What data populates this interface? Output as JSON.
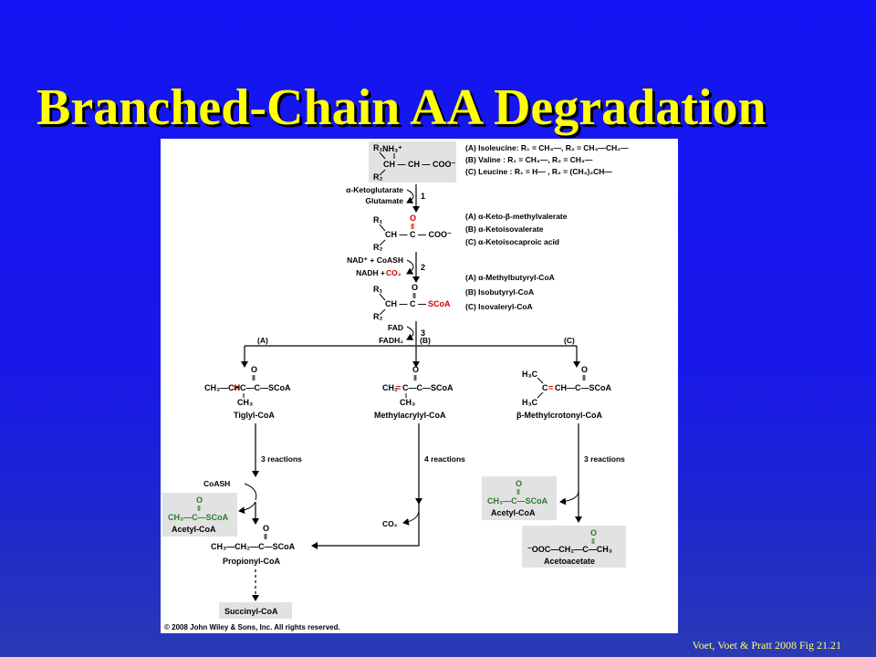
{
  "slide": {
    "title": "Branched-Chain AA Degradation",
    "credit": "Voet, Voet & Pratt 2008 Fig 21.21"
  },
  "figure": {
    "copyright": "© 2008 John Wiley & Sons, Inc. All rights reserved.",
    "colors": {
      "box": "#e2e2e2",
      "red": "#cc0000",
      "green": "#2a7a2a",
      "line": "#000000"
    },
    "start_molecule": {
      "nh3": "NH₃⁺",
      "r1": "R₁",
      "r2": "R₂",
      "chain": "CH — CH — COO⁻"
    },
    "amino_acids": [
      "(A) Isoleucine: R₁ = CH₃—, R₂ = CH₃—CH₂—",
      "(B) Valine      : R₁ = CH₃—, R₂ = CH₃—",
      "(C) Leucine    : R₁ = H—      , R₂ = (CH₃)₂CH—"
    ],
    "step1": {
      "number": "1",
      "in": "α-Ketoglutarate",
      "out": "Glutamate"
    },
    "keto_acid": {
      "o": "O",
      "dbl": "‖",
      "r1": "R₁",
      "r2": "R₂",
      "chain": "CH — C — COO⁻"
    },
    "keto_acids": [
      "(A) α-Keto-β-methylvalerate",
      "(B) α-Ketoisovalerate",
      "(C) α-Ketoisocaproic acid"
    ],
    "step2": {
      "number": "2",
      "in": "NAD⁺ + CoASH",
      "out_nadh": "NADH + ",
      "out_co2": "CO₂"
    },
    "acyl_coa": {
      "o": "O",
      "dbl": "‖",
      "r1": "R₁",
      "r2": "R₂",
      "chain": "CH — C — ",
      "scoa": "SCoA"
    },
    "acyl_coas": [
      "(A) α-Methylbutyryl-CoA",
      "(B) Isobutyryl-CoA",
      "(C) Isovaleryl-CoA"
    ],
    "step3": {
      "number": "3",
      "in": "FAD",
      "out": "FADH₂"
    },
    "branch_labels": [
      "(A)",
      "(B)",
      "(C)"
    ],
    "branch_a": {
      "formula_left": "CH₃—CH",
      "dbl_eq": "=",
      "formula_right": "C—C—SCoA",
      "o": "O",
      "dbl": "‖",
      "sub": "CH₃",
      "name": "Tiglyl-CoA",
      "reactions": "3 reactions",
      "coash": "CoASH"
    },
    "branch_b": {
      "formula_left": "CH₂",
      "dbl_eq": "=",
      "formula_right": "C—C—SCoA",
      "o": "O",
      "dbl": "‖",
      "sub": "CH₃",
      "name": "Methylacrylyl-CoA",
      "reactions": "4 reactions",
      "co2": "CO₂"
    },
    "branch_c": {
      "h3c_top": "H₃C",
      "h3c_bottom": "H₃C",
      "formula_left": "C",
      "dbl_eq": "=",
      "formula_right": "CH—C—SCoA",
      "o": "O",
      "dbl": "‖",
      "name": "β-Methylcrotonyl-CoA",
      "reactions": "3 reactions"
    },
    "acetyl_coa": {
      "o": "O",
      "dbl": "‖",
      "formula": "CH₃—C—SCoA",
      "name": "Acetyl-CoA"
    },
    "propionyl_coa": {
      "o": "O",
      "dbl": "‖",
      "formula": "CH₃—CH₂—C—SCoA",
      "name": "Propionyl-CoA"
    },
    "acetoacetate": {
      "o": "O",
      "dbl": "‖",
      "formula": "⁻OOC—CH₂—C—CH₃",
      "name": "Acetoacetate"
    },
    "succinyl_coa": "Succinyl-CoA"
  }
}
